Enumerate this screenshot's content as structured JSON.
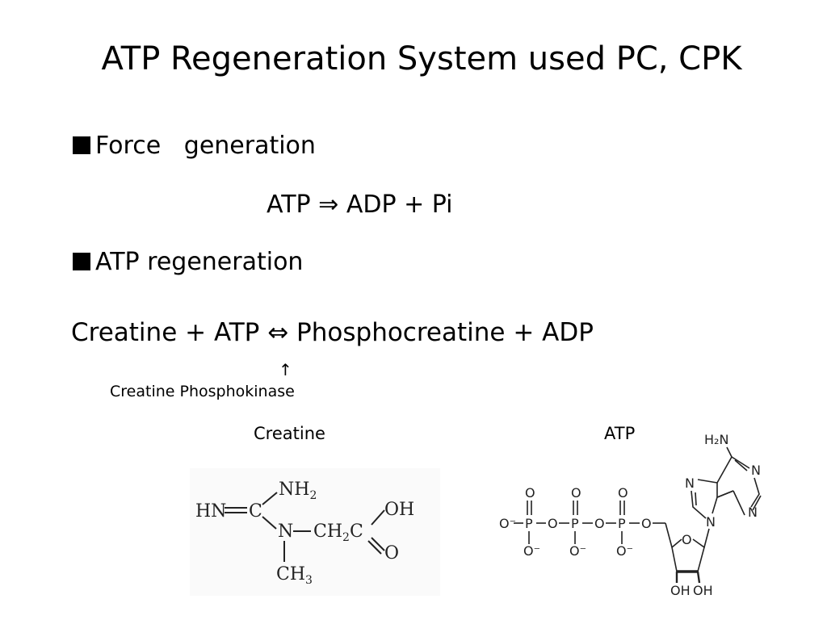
{
  "slide": {
    "title": "ATP Regeneration System used PC, CPK",
    "bullet1": "Force   generation",
    "equation1": "ATP ⇒ ADP + Pi",
    "bullet2": "ATP regeneration",
    "equation2": "Creatine + ATP ⇔ Phosphocreatine + ADP",
    "arrow": "↑",
    "enzyme_label": "Creatine Phosphokinase",
    "creatine_label": "Creatine",
    "atp_label": "ATP"
  },
  "creatine_structure": {
    "hn": "HN",
    "c": "C",
    "n": "N",
    "nh": "NH",
    "nh_sub": "2",
    "ch2c": "CH",
    "ch2c_sub": "2",
    "ch2c_end": "C",
    "oh": "OH",
    "o": "O",
    "ch3": "CH",
    "ch3_sub": "3"
  },
  "atp_structure": {
    "o_top": "O",
    "p": "P",
    "o_bridge": "O",
    "o_minus": "O⁻",
    "o_ribose": "O",
    "oh": "OH",
    "h2n": "H₂N",
    "n": "N"
  }
}
